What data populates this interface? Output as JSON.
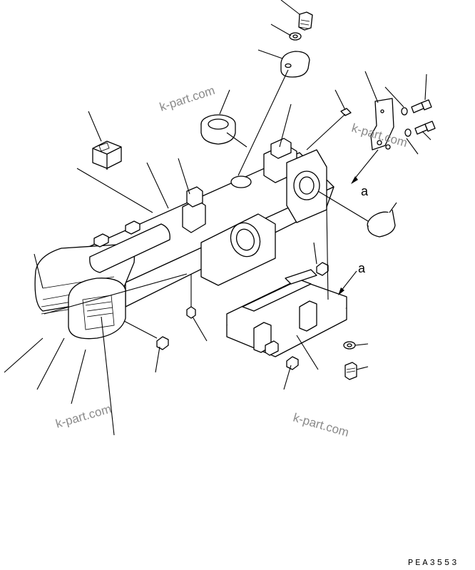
{
  "view_labels": {
    "upper": "a",
    "lower": "a"
  },
  "watermarks": [
    "k-part.com",
    "k-part.com",
    "k-part.com",
    "k-part.com"
  ],
  "drawing_code": "PEA3553"
}
